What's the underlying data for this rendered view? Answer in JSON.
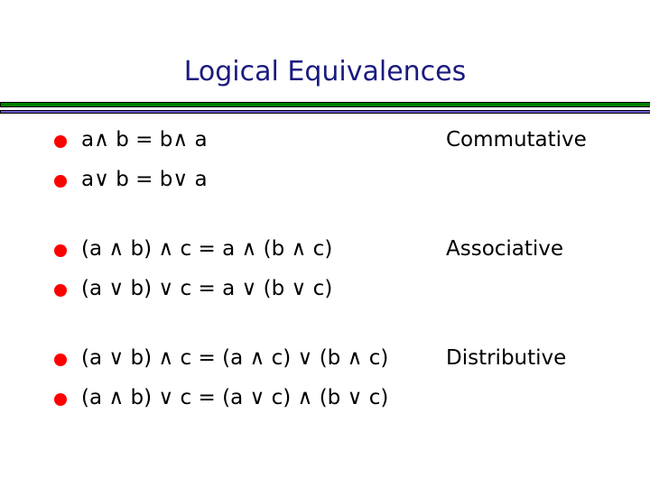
{
  "title": "Logical Equivalences",
  "groups": [
    {
      "label": "Commutative",
      "items": [
        "a∧ b = b∧ a",
        "a∨ b = b∨ a"
      ]
    },
    {
      "label": "Associative",
      "items": [
        "(a ∧ b) ∧ c = a ∧ (b ∧ c)",
        "(a ∨ b) ∨ c = a ∨ (b ∨ c)"
      ]
    },
    {
      "label": "Distributive",
      "items": [
        "(a ∨ b) ∧ c = (a ∧ c) ∨ (b ∧ c)",
        "(a ∧ b) ∨ c = (a ∨ c) ∧ (b ∨ c)"
      ]
    }
  ]
}
